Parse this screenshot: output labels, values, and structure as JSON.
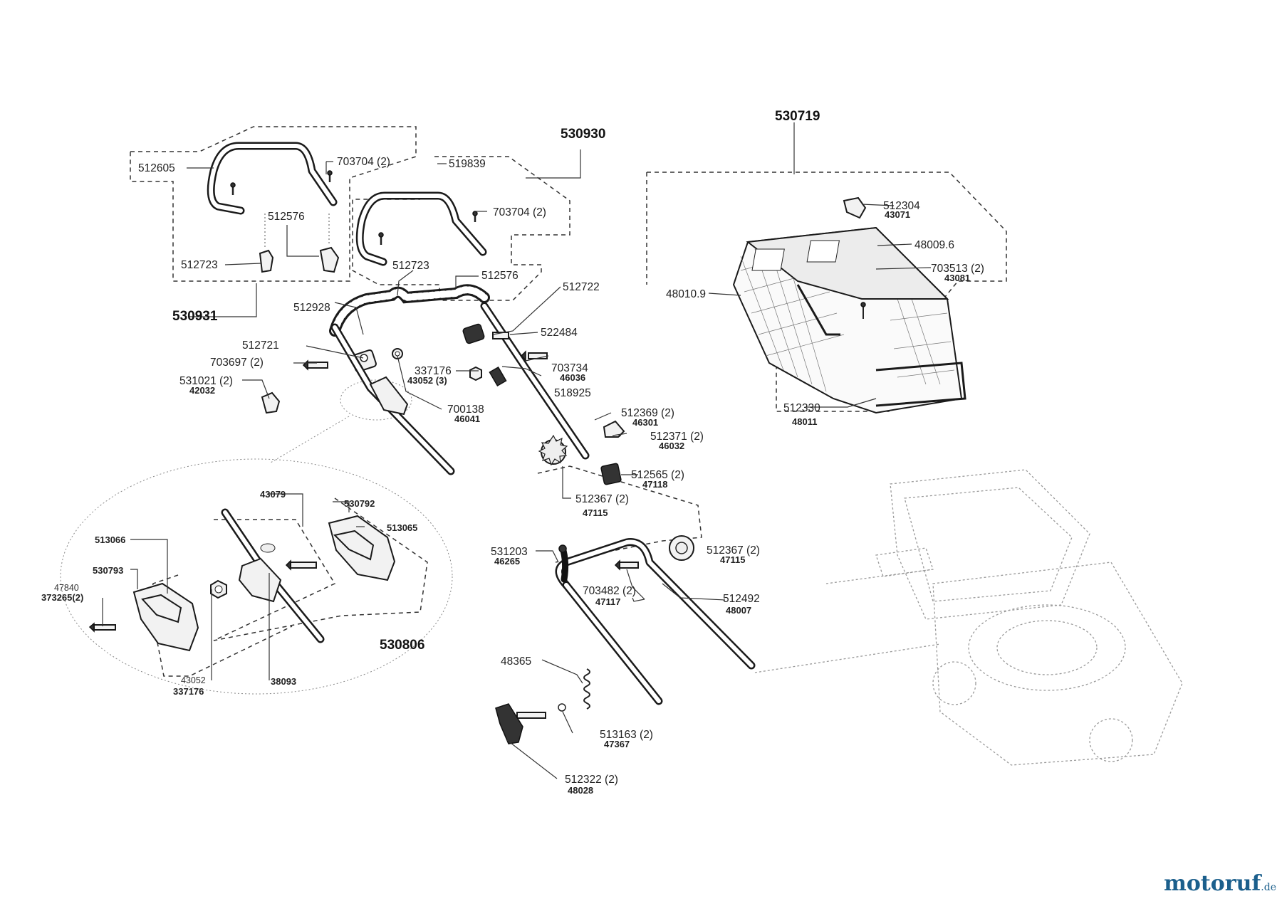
{
  "groups": {
    "g530930": "530930",
    "g530931": "530931",
    "g530719": "530719",
    "g530806": "530806"
  },
  "parts": {
    "p512605": "512605",
    "p703704_a": "703704 (2)",
    "p512576_a": "512576",
    "p512723_a": "512723",
    "p519839": "519839",
    "p703704_b": "703704 (2)",
    "p512723_b": "512723",
    "p512576_b": "512576",
    "p512722": "512722",
    "p512928": "512928",
    "p522484": "522484",
    "p512721": "512721",
    "p703697": "703697 (2)",
    "p337176_a": "337176",
    "p337176_a_sub": "43052 (3)",
    "p703734": "703734",
    "p703734_sub": "46036",
    "p531021": "531021 (2)",
    "p531021_sub": "42032",
    "p518925": "518925",
    "p700138": "700138",
    "p700138_sub": "46041",
    "p512369": "512369 (2)",
    "p512369_sub": "46301",
    "p512371": "512371 (2)",
    "p512371_sub": "46032",
    "p512565": "512565 (2)",
    "p512565_sub": "47118",
    "p512367_a": "512367 (2)",
    "p512367_a_sub": "47115",
    "p43079": "43079",
    "p530792": "530792",
    "p513065": "513065",
    "p513066": "513066",
    "p530793": "530793",
    "p47840": "47840",
    "p373265": "373265(2)",
    "p43052": "43052",
    "p337176_b": "337176",
    "p38093": "38093",
    "p531203": "531203",
    "p531203_sub": "46265",
    "p512367_b": "512367 (2)",
    "p512367_b_sub": "47115",
    "p703482": "703482 (2)",
    "p703482_sub": "47117",
    "p512492": "512492",
    "p512492_sub": "48007",
    "p48365": "48365",
    "p513163": "513163 (2)",
    "p513163_sub": "47367",
    "p512322": "512322 (2)",
    "p512322_sub": "48028",
    "p512304": "512304",
    "p512304_sub": "43071",
    "p48009": "48009.6",
    "p703513": "703513 (2)",
    "p703513_sub": "43081",
    "p48010": "48010.9",
    "p512330": "512330",
    "p512330_sub": "48011"
  },
  "logo": {
    "name": "motoruf",
    "tld": ".de"
  },
  "colors": {
    "logo": "#1b5f8c",
    "logo_dot": "#cc1f1f",
    "line": "#1a1a1a"
  }
}
